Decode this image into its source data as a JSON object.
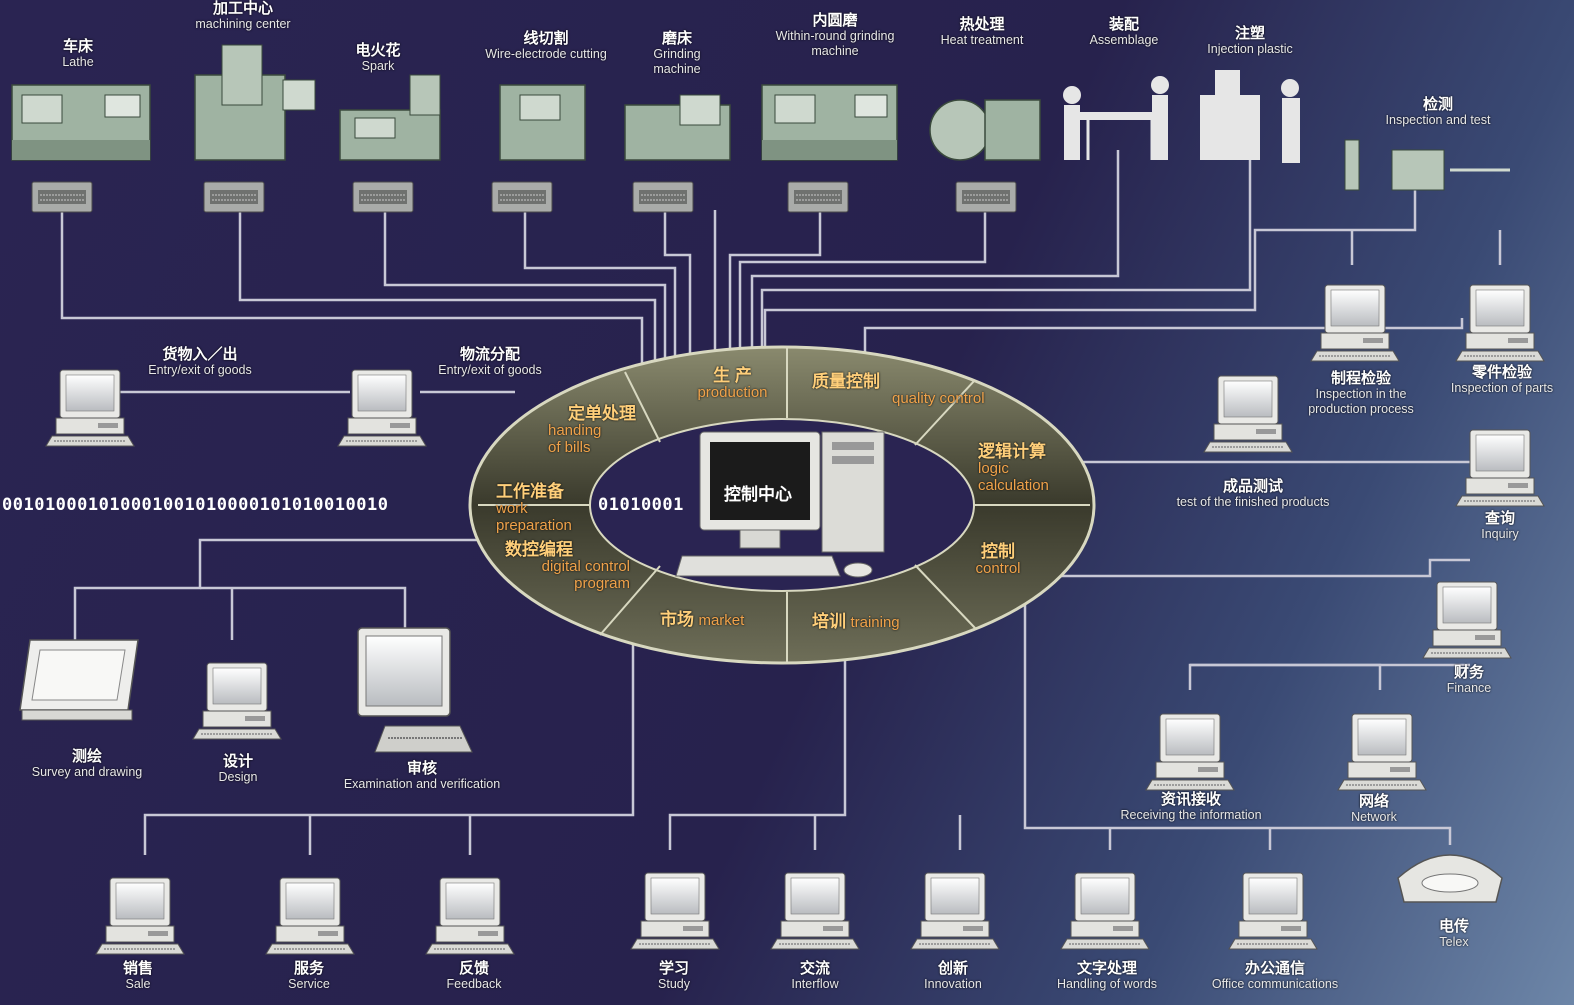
{
  "machines": [
    {
      "zh": "车床",
      "en": "Lathe"
    },
    {
      "zh": "加工中心",
      "en": "machining center"
    },
    {
      "zh": "电火花",
      "en": "Spark"
    },
    {
      "zh": "线切割",
      "en": "Wire-electrode cutting"
    },
    {
      "zh": "磨床",
      "en": "Grinding machine"
    },
    {
      "zh": "内圆磨",
      "en": "Within-round grinding machine"
    },
    {
      "zh": "热处理",
      "en": "Heat treatment"
    },
    {
      "zh": "装配",
      "en": "Assemblage"
    },
    {
      "zh": "注塑",
      "en": "Injection plastic"
    }
  ],
  "inspection": {
    "zh": "检测",
    "en": "Inspection and test"
  },
  "center": {
    "label": "控制中心",
    "binary_left": "001010001010001001010000101010010010",
    "binary_right": "01010001",
    "ring": {
      "production": {
        "zh": "生 产",
        "en": "production"
      },
      "quality": {
        "zh": "质量控制",
        "en": "quality control"
      },
      "logic": {
        "zh": "逻辑计算",
        "en": "logic calculation"
      },
      "control": {
        "zh": "控制",
        "en": "control"
      },
      "training": {
        "zh": "培训",
        "en": "training"
      },
      "market": {
        "zh": "市场",
        "en": "market"
      },
      "nc_program": {
        "zh": "数控编程",
        "en": "digital control program"
      },
      "work_prep": {
        "zh": "工作准备",
        "en": "work preparation"
      },
      "bills": {
        "zh": "定单处理",
        "en": "handing of bills"
      }
    }
  },
  "nodes": {
    "goods_in_out": {
      "zh": "货物入／出",
      "en": "Entry/exit of goods"
    },
    "logistics": {
      "zh": "物流分配",
      "en": "Entry/exit of goods"
    },
    "process_insp": {
      "zh": "制程检验",
      "en": "Inspection in the production process"
    },
    "parts_insp": {
      "zh": "零件检验",
      "en": "Inspection of parts"
    },
    "finished_test": {
      "zh": "成品测试",
      "en": "test of the finished products"
    },
    "inquiry": {
      "zh": "查询",
      "en": "Inquiry"
    },
    "finance": {
      "zh": "财务",
      "en": "Finance"
    },
    "receiving": {
      "zh": "资讯接收",
      "en": "Receiving the information"
    },
    "network": {
      "zh": "网络",
      "en": "Network"
    },
    "telex": {
      "zh": "电传",
      "en": "Telex"
    },
    "survey": {
      "zh": "测绘",
      "en": "Survey and drawing"
    },
    "design": {
      "zh": "设计",
      "en": "Design"
    },
    "exam": {
      "zh": "审核",
      "en": "Examination and verification"
    },
    "sale": {
      "zh": "销售",
      "en": "Sale"
    },
    "service": {
      "zh": "服务",
      "en": "Service"
    },
    "feedback": {
      "zh": "反馈",
      "en": "Feedback"
    },
    "study": {
      "zh": "学习",
      "en": "Study"
    },
    "interflow": {
      "zh": "交流",
      "en": "Interflow"
    },
    "innovation": {
      "zh": "创新",
      "en": "Innovation"
    },
    "words": {
      "zh": "文字处理",
      "en": "Handling of words"
    },
    "office": {
      "zh": "办公通信",
      "en": "Office communications"
    }
  }
}
